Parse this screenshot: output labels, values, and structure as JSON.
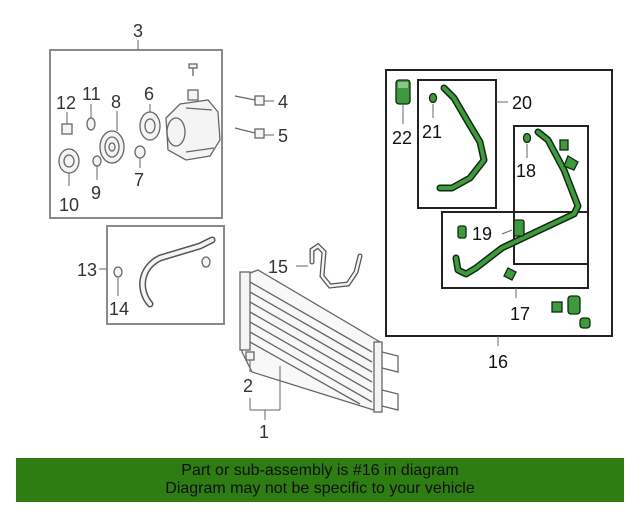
{
  "callouts": {
    "n1": "1",
    "n2": "2",
    "n3": "3",
    "n4": "4",
    "n5": "5",
    "n6": "6",
    "n7": "7",
    "n8": "8",
    "n9": "9",
    "n10": "10",
    "n11": "11",
    "n12": "12",
    "n13": "13",
    "n14": "14",
    "n15": "15",
    "n16": "16",
    "n17": "17",
    "n18": "18",
    "n19": "19",
    "n20": "20",
    "n21": "21",
    "n22": "22"
  },
  "banner": {
    "line1": "Part or sub-assembly is #16 in diagram",
    "line2": "Diagram may not be specific to your vehicle",
    "color": "#2e7d12"
  },
  "highlight_color": "#3f9a3f"
}
